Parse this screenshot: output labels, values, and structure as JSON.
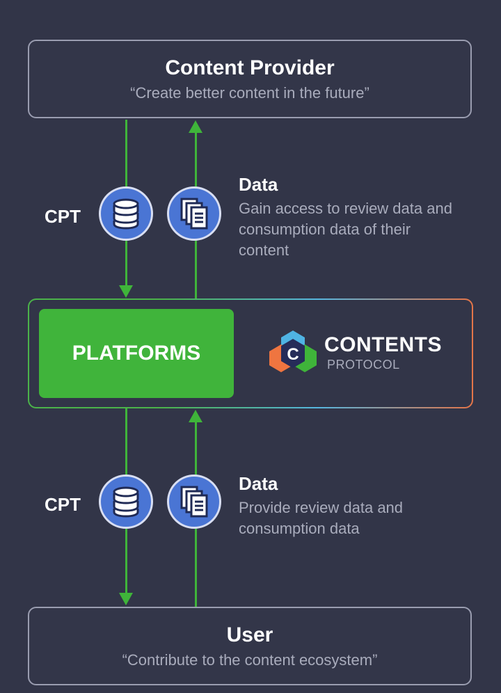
{
  "provider": {
    "title": "Content Provider",
    "subtitle": "“Create better content in the future”"
  },
  "top_flow": {
    "cpt_label": "CPT",
    "cpt_icon": "database-icon",
    "data_icon": "documents-icon",
    "data_title": "Data",
    "data_description": "Gain access to review data and consumption data of their content"
  },
  "platform": {
    "label": "PLATFORMS",
    "logo_word1": "CONTENTS",
    "logo_word2": "PROTOCOL",
    "logo_letter": "C"
  },
  "bottom_flow": {
    "cpt_label": "CPT",
    "cpt_icon": "database-icon",
    "data_icon": "documents-icon",
    "data_title": "Data",
    "data_description": "Provide review data and consumption data"
  },
  "user": {
    "title": "User",
    "subtitle": "“Contribute to the content ecosystem”"
  },
  "colors": {
    "background": "#323548",
    "arrow": "#3fb43a",
    "platforms_fill": "#40b43b",
    "icon_circle": "#4a75d4",
    "logo_blue": "#4fb3e3",
    "logo_orange": "#ef7540",
    "logo_green": "#3fb43a",
    "logo_navy": "#262c59"
  }
}
